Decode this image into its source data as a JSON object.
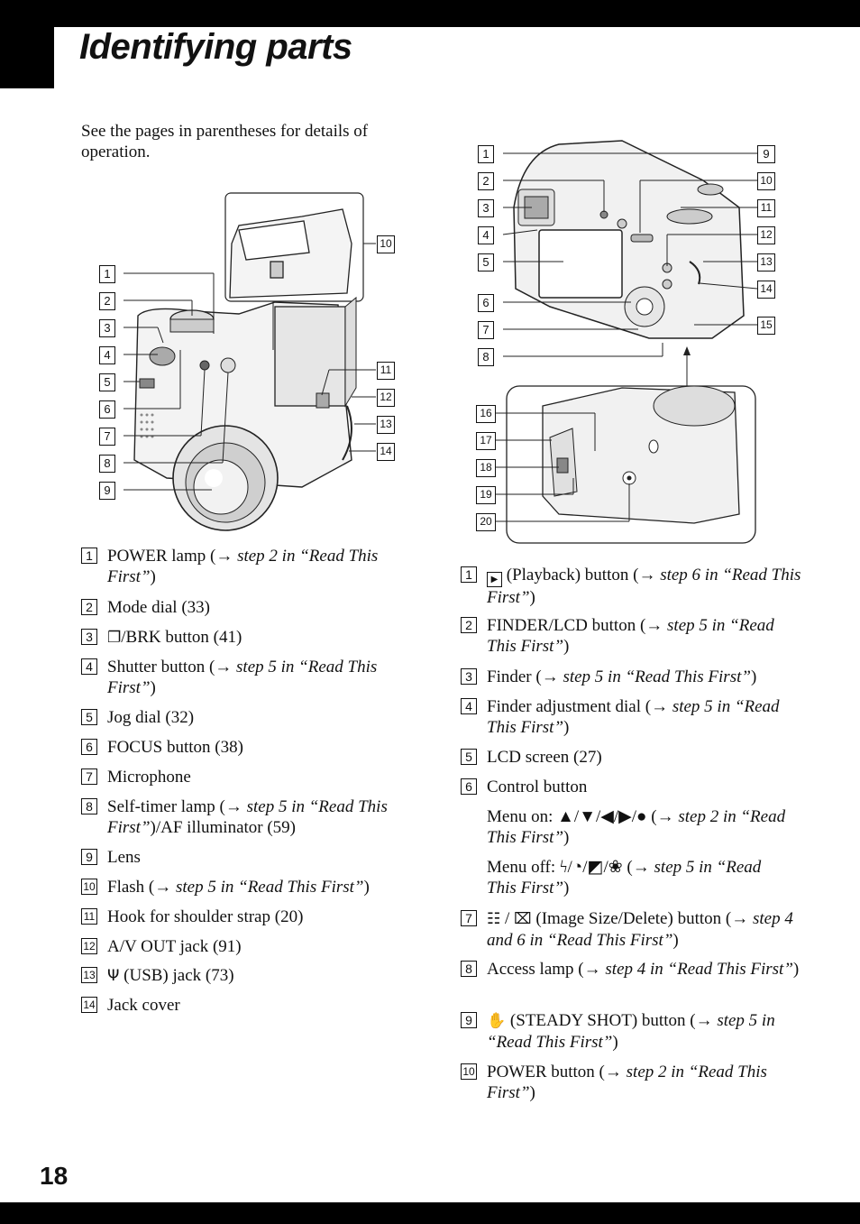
{
  "page": {
    "title": "Identifying parts",
    "intro": "See the pages in parentheses for details of operation.",
    "page_number": "18"
  },
  "figures": {
    "front_callouts": [
      "1",
      "2",
      "3",
      "4",
      "5",
      "6",
      "7",
      "8",
      "9",
      "10",
      "11",
      "12",
      "13",
      "14"
    ],
    "back_callouts_left": [
      "1",
      "2",
      "3",
      "4",
      "5",
      "6",
      "7",
      "8"
    ],
    "back_callouts_right": [
      "9",
      "10",
      "11",
      "12",
      "13",
      "14",
      "15"
    ],
    "bottom_callouts": [
      "16",
      "17",
      "18",
      "19",
      "20"
    ]
  },
  "left_list": [
    {
      "n": "1",
      "text": "POWER lamp (",
      "ref": "step 2 in “Read This First”",
      "tail": ")"
    },
    {
      "n": "2",
      "text": "Mode dial (33)"
    },
    {
      "n": "3",
      "text": "/BRK button (41)"
    },
    {
      "n": "4",
      "text": "Shutter button (",
      "ref": "step 5 in “Read This First”",
      "tail": ")"
    },
    {
      "n": "5",
      "text": "Jog dial (32)"
    },
    {
      "n": "6",
      "text": "FOCUS button (38)"
    },
    {
      "n": "7",
      "text": "Microphone"
    },
    {
      "n": "8",
      "text": "Self-timer lamp (",
      "ref": "step 5 in “Read This First”",
      "tail": ")/AF illuminator (59)"
    },
    {
      "n": "9",
      "text": "Lens"
    },
    {
      "n": "10",
      "text": "Flash (",
      "ref": "step 5 in “Read This First”",
      "tail": ")"
    },
    {
      "n": "11",
      "text": "Hook for shoulder strap (20)"
    },
    {
      "n": "12",
      "text": "A/V OUT jack (91)"
    },
    {
      "n": "13",
      "text": " (USB) jack (73)"
    },
    {
      "n": "14",
      "text": "Jack cover"
    }
  ],
  "right_list": [
    {
      "n": "1",
      "text": " (Playback) button (",
      "ref": "step 6 in “Read This First”",
      "tail": ")"
    },
    {
      "n": "2",
      "text": "FINDER/LCD button (",
      "ref": "step 5 in “Read This First”",
      "tail": ")"
    },
    {
      "n": "3",
      "text": "Finder (",
      "ref": "step 5 in “Read This First”",
      "tail": ")"
    },
    {
      "n": "4",
      "text": "Finder adjustment dial (",
      "ref": "step 5 in “Read This First”",
      "tail": ")"
    },
    {
      "n": "5",
      "text": "LCD screen (27)"
    },
    {
      "n": "6",
      "text": "Control button"
    },
    {
      "n": "",
      "text": "Menu on: ▲/▼/◀/▶/● (",
      "ref": "step 2 in “Read This First”",
      "tail": ")"
    },
    {
      "n": "",
      "text": "Menu off: ϟ/◔/◩/❀ (",
      "ref": "step 5 in “Read This First”",
      "tail": ")"
    },
    {
      "n": "7",
      "text": " (Image Size/Delete) button (",
      "ref": "step 4 and 6 in “Read This First”",
      "tail": ")"
    },
    {
      "n": "8",
      "text": "Access lamp (",
      "ref": "step 4 in “Read This First”",
      "tail": ")"
    },
    {
      "n": "9",
      "text": " (STEADY SHOT) button (",
      "ref": "step 5 in “Read This First”",
      "tail": ")"
    },
    {
      "n": "10",
      "text": "POWER button (",
      "ref": "step 2 in “Read This First”",
      "tail": ")"
    }
  ],
  "arrow": "→"
}
